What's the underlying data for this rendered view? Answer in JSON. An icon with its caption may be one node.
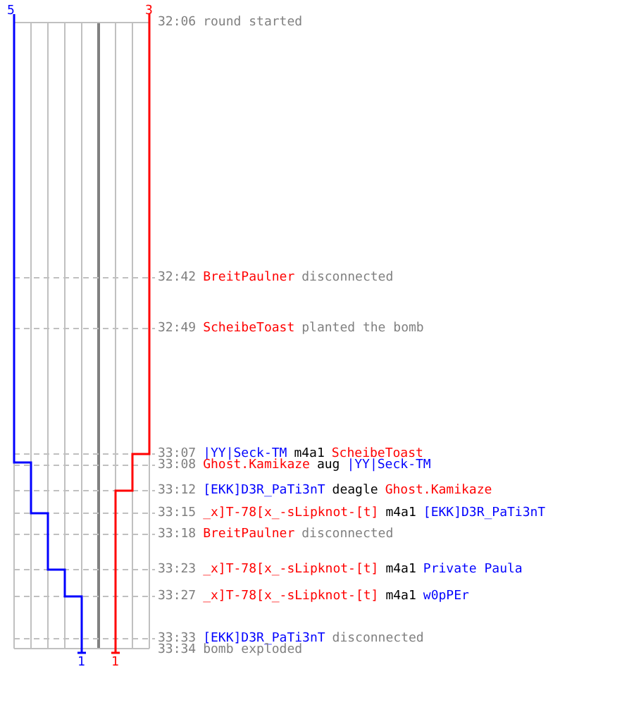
{
  "diagram": {
    "labels": [
      "5",
      "3",
      "32:06",
      "round started",
      "32:42",
      "BreitPaulner",
      "disconnected",
      "32:49",
      "ScheibeToast",
      "planted the bomb",
      "33:07",
      "|YY|Seck-TM",
      "m4a1",
      "ScheibeToast",
      "33:08",
      "Ghost.Kamikaze",
      "aug",
      "|YY|Seck-TM",
      "33:12",
      "[EKK]D3R_PaTi3nT",
      "deagle",
      "Ghost.Kamikaze",
      "33:15",
      "_x]T-78[x_-sLipknot-[t]",
      "m4a1",
      "[EKK]D3R_PaTi3nT",
      "33:18",
      "BreitPaulner",
      "disconnected",
      "33:23",
      "_x]T-78[x_-sLipknot-[t]",
      "m4a1",
      "Private Paula",
      "33:27",
      "_x]T-78[x_-sLipknot-[t]",
      "m4a1",
      "w0pPEr",
      "33:33",
      "[EKK]D3R_PaTi3nT",
      "disconnected",
      "33:34",
      "bomb exploded",
      "1",
      "1"
    ]
  }
}
